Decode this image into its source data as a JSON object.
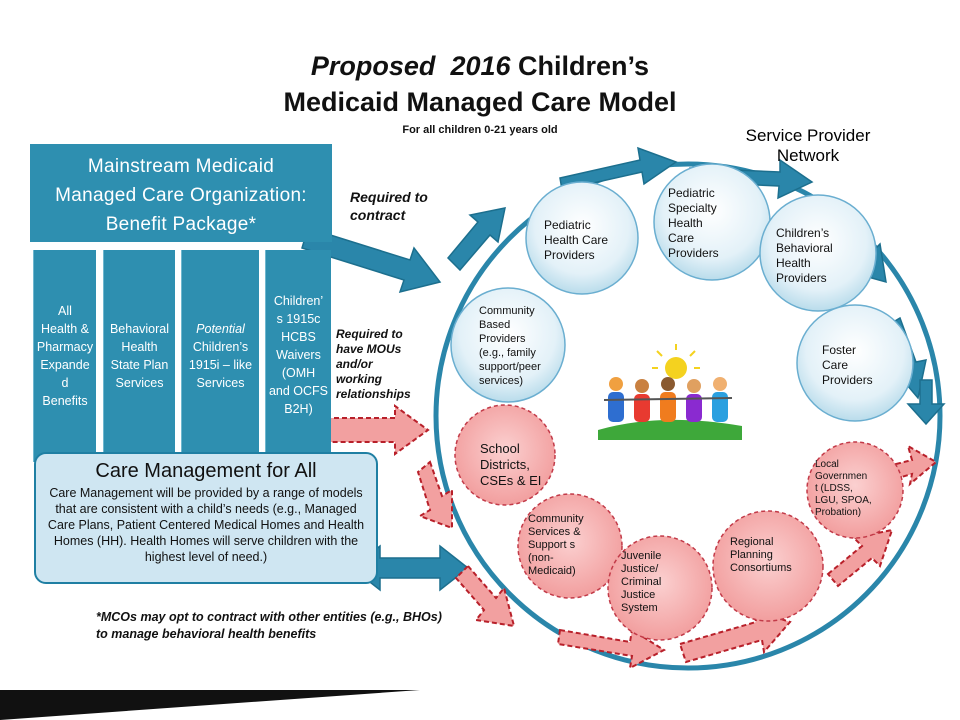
{
  "title": {
    "word1": "Proposed",
    "word2": "2016",
    "rest": "Children’s",
    "line2": "Medicaid Managed Care Model"
  },
  "subtitle": "For all children 0-21 years old",
  "network_title": {
    "line1": "Service Provider",
    "line2": "Network"
  },
  "mco": {
    "lines": [
      "Mainstream Medicaid",
      "Managed Care Organization:",
      "Benefit Package*"
    ],
    "columns": [
      {
        "lines": [
          "All",
          "Health &",
          "Pharmacy",
          "Expande",
          "d",
          "Benefits"
        ]
      },
      {
        "lines": [
          "Behavioral",
          "Health",
          "State Plan",
          "Services"
        ]
      },
      {
        "lines": [
          "Potential",
          "Children’s",
          "1915i – like",
          "Services"
        ]
      },
      {
        "lines": [
          "Children’",
          "s 1915c",
          "HCBS",
          "Waivers",
          "(OMH",
          "and OCFS",
          "B2H)"
        ]
      }
    ]
  },
  "notes": {
    "required_contract": [
      "Required to",
      "contract"
    ],
    "required_mous": [
      "Required to",
      "have MOUs",
      "and/or",
      "working",
      "relationships"
    ],
    "footnote": [
      "*MCOs may opt to contract with  other entities (e.g., BHOs)",
      "to manage behavioral health benefits"
    ]
  },
  "care": {
    "title": "Care Management for All",
    "body": "Care Management will be provided by a range of models that are consistent with a child’s needs (e.g., Managed Care Plans, Patient Centered Medical Homes and Health Homes (HH).  Health Homes will serve children with the highest level of need.)"
  },
  "providers": {
    "pediatric": [
      "Pediatric",
      "Health Care",
      "Providers"
    ],
    "specialty": [
      "Pediatric",
      "Specialty",
      "Health",
      "Care",
      "Providers"
    ],
    "behavioral": [
      "Children’s",
      "Behavioral",
      "Health",
      "Providers"
    ],
    "community_based": [
      "Community",
      "Based",
      "Providers",
      "(e.g., family",
      "support/peer",
      "services)"
    ],
    "foster": [
      "Foster",
      "Care",
      "Providers"
    ],
    "school": [
      "School",
      "Districts,",
      "CSEs & EI"
    ],
    "community_services": [
      "Community",
      "Services &",
      "Support s",
      "(non-",
      "Medicaid)"
    ],
    "juvenile": [
      "Juvenile",
      "Justice/",
      "Criminal",
      "Justice",
      "System"
    ],
    "regional": [
      "Regional",
      "Planning",
      "Consortiums"
    ],
    "local_gov": [
      "Local",
      "Governmen",
      "t (LDSS,",
      "LGU, SPOA,",
      "Probation)"
    ]
  },
  "colors": {
    "teal": "#2e8fb0",
    "arrow_teal": "#2a86aa",
    "light_blue_circle": "#e3f1f8",
    "pink_circle": "#f5b5b5",
    "pink_arrow": "#f2a0a0",
    "care_box_bg": "#cfe6f2"
  }
}
